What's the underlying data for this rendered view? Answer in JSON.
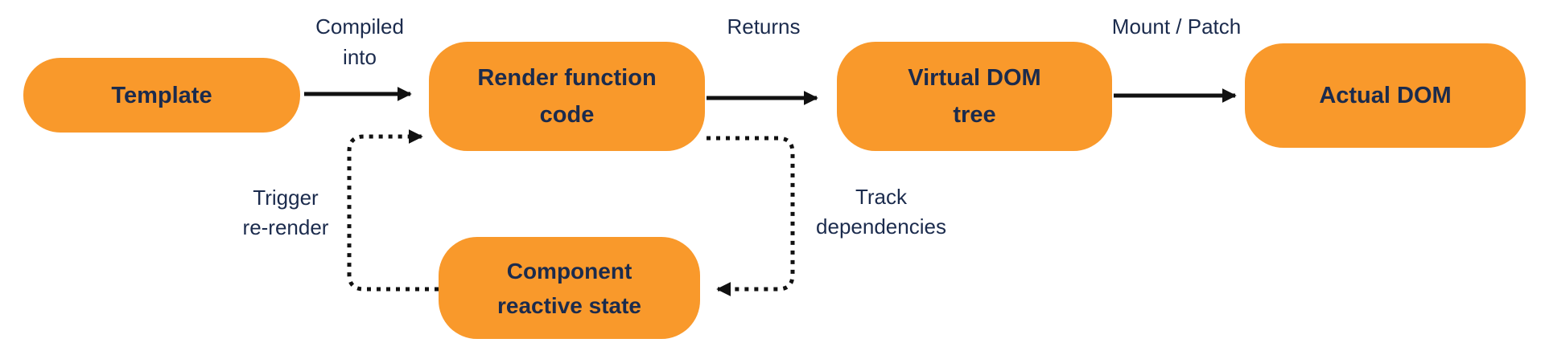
{
  "nodes": {
    "template": {
      "lines": [
        "Template"
      ]
    },
    "render_function": {
      "lines": [
        "Render function",
        "code"
      ]
    },
    "virtual_dom": {
      "lines": [
        "Virtual DOM",
        "tree"
      ]
    },
    "actual_dom": {
      "lines": [
        "Actual DOM"
      ]
    },
    "reactive_state": {
      "lines": [
        "Component",
        "reactive state"
      ]
    }
  },
  "edge_labels": {
    "compiled_into": {
      "lines": [
        "Compiled",
        "into"
      ]
    },
    "returns": {
      "lines": [
        "Returns"
      ]
    },
    "mount_patch": {
      "lines": [
        "Mount / Patch"
      ]
    },
    "trigger": {
      "lines": [
        "Trigger",
        "re-render"
      ]
    },
    "track": {
      "lines": [
        "Track",
        "dependencies"
      ]
    }
  },
  "colors": {
    "node_fill": "#F9992B",
    "text": "#1B2B4D",
    "arrow": "#111111",
    "background": "#FFFFFF"
  }
}
